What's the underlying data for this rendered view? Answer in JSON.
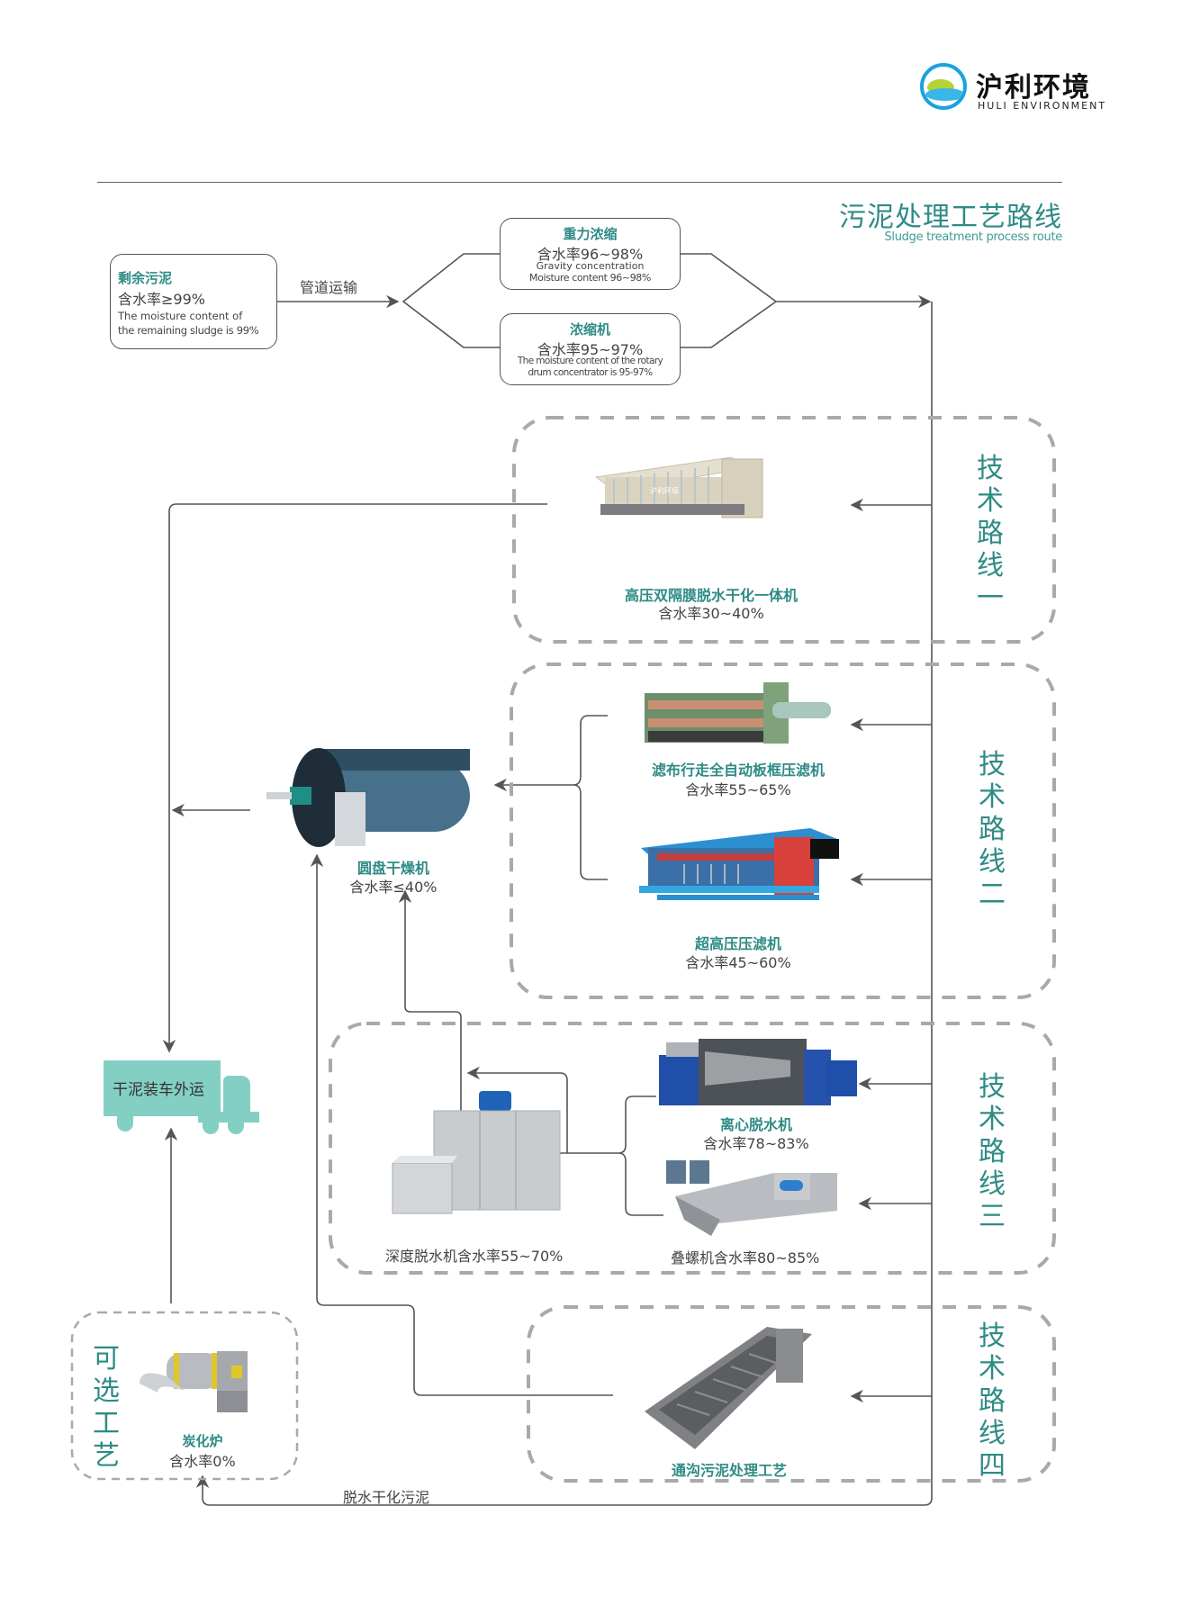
{
  "logo": {
    "name_cn": "沪利环境",
    "name_en": "HULI ENVIRONMENT",
    "colors": {
      "ring": "#1aa3dd",
      "leaf": "#b5d334",
      "wave": "#3ab7e6"
    }
  },
  "header": {
    "title": "污泥处理工艺路线",
    "subtitle": "Sludge treatment process route"
  },
  "colors": {
    "accent": "#2e8b85",
    "line": "#555555",
    "dashed_border": "#a9a9ad",
    "truck": "#84cfc4"
  },
  "source": {
    "title": "剩余污泥",
    "moisture": "含水率≥99%",
    "desc_line1": "The moisture content of",
    "desc_line2": "the remaining sludge is 99%"
  },
  "transport_label": "管道运输",
  "gravity": {
    "title": "重力浓缩",
    "moisture": "含水率96~98%",
    "desc_line1": "Gravity concentration",
    "desc_line2": "Moisture content 96~98%"
  },
  "concentrator": {
    "title": "浓缩机",
    "moisture": "含水率95~97%",
    "desc_line1": "The moisture content of the rotary",
    "desc_line2": "drum concentrator is 95-97%"
  },
  "routes": [
    {
      "label": [
        "技",
        "术",
        "路",
        "线",
        "一"
      ],
      "machines": [
        {
          "name": "高压双隔膜脱水干化一体机",
          "moisture": "含水率30~40%",
          "nameplate": "沪利环境"
        }
      ]
    },
    {
      "label": [
        "技",
        "术",
        "路",
        "线",
        "二"
      ],
      "machines": [
        {
          "name": "滤布行走全自动板框压滤机",
          "moisture": "含水率55~65%"
        },
        {
          "name": "超高压压滤机",
          "moisture": "含水率45~60%"
        }
      ]
    },
    {
      "label": [
        "技",
        "术",
        "路",
        "线",
        "三"
      ],
      "machines": [
        {
          "name": "离心脱水机",
          "moisture": "含水率78~83%"
        },
        {
          "name": "叠螺机含水率80~85%"
        },
        {
          "name": "深度脱水机含水率55~70%"
        }
      ]
    },
    {
      "label": [
        "技",
        "术",
        "路",
        "线",
        "四"
      ],
      "machines": [
        {
          "name": "通沟污泥处理工艺"
        }
      ]
    }
  ],
  "dryer": {
    "name": "圆盘干燥机",
    "moisture": "含水率≤40%"
  },
  "truck": {
    "label": "干泥装车外运"
  },
  "optional": {
    "label": [
      "可",
      "选",
      "工",
      "艺"
    ],
    "machine": {
      "name": "炭化炉",
      "moisture": "含水率0%"
    }
  },
  "bottom_flow_label": "脱水干化污泥"
}
